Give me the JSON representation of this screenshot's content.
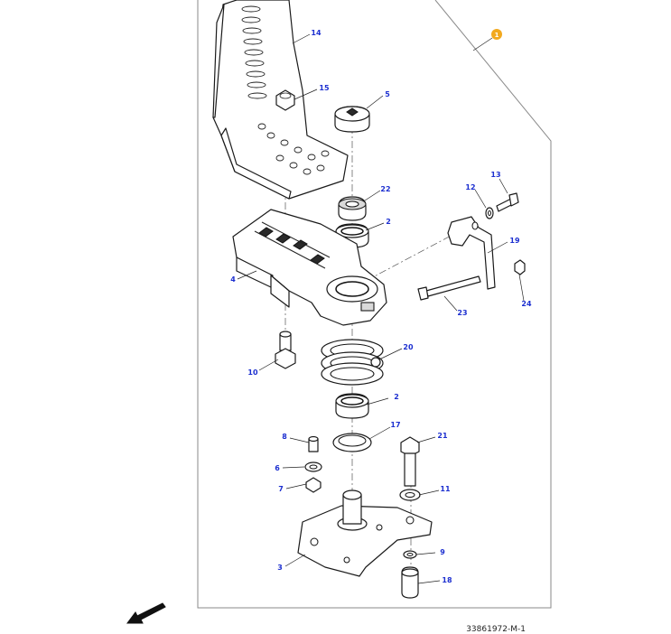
{
  "diagram": {
    "document_id": "33861972-M-1",
    "assembly_badge": "1",
    "badge_color": "#f2a91f",
    "callout_color": "#1c2fd0",
    "callouts": [
      "14",
      "15",
      "5",
      "22",
      "2",
      "13",
      "12",
      "19",
      "4",
      "24",
      "23",
      "10",
      "20",
      "2",
      "17",
      "21",
      "8",
      "6",
      "11",
      "7",
      "9",
      "3",
      "18"
    ]
  }
}
